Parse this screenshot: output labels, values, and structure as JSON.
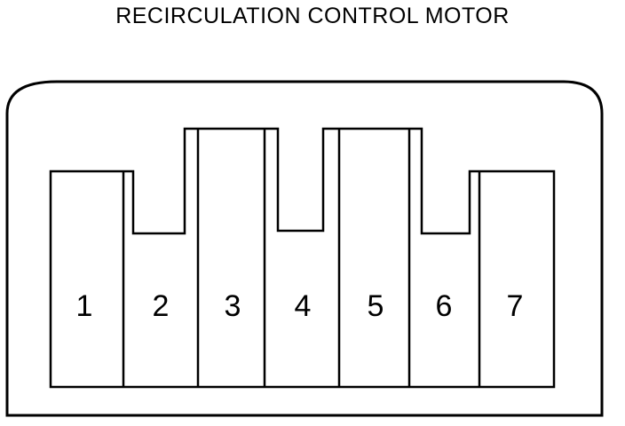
{
  "title": "RECIRCULATION CONTROL MOTOR",
  "pins": [
    {
      "label": "1"
    },
    {
      "label": "2"
    },
    {
      "label": "3"
    },
    {
      "label": "4"
    },
    {
      "label": "5"
    },
    {
      "label": "6"
    },
    {
      "label": "7"
    }
  ],
  "colors": {
    "stroke": "#000000",
    "background": "#ffffff"
  }
}
